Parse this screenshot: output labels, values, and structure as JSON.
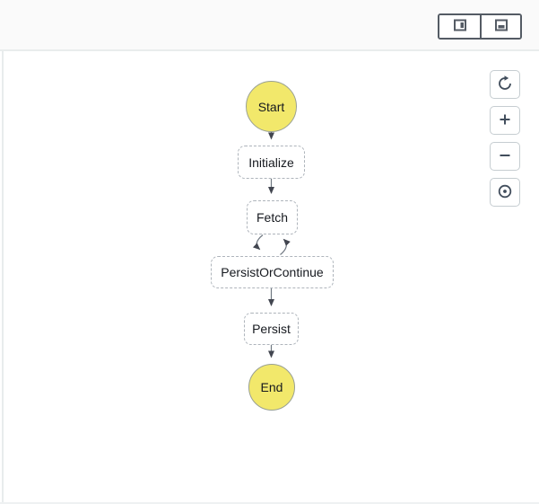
{
  "header": {
    "layout_buttons": [
      {
        "name": "split-panel-side",
        "icon": "panel-right-icon"
      },
      {
        "name": "split-panel-bottom",
        "icon": "panel-bottom-icon"
      }
    ]
  },
  "graph_toolbar": {
    "buttons": [
      {
        "name": "refresh",
        "icon": "refresh-icon"
      },
      {
        "name": "zoom-in",
        "icon": "plus-icon"
      },
      {
        "name": "zoom-out",
        "icon": "minus-icon"
      },
      {
        "name": "center",
        "icon": "center-dot-icon"
      }
    ]
  },
  "workflow": {
    "nodes": [
      {
        "id": "start",
        "label": "Start",
        "shape": "circle"
      },
      {
        "id": "initialize",
        "label": "Initialize",
        "shape": "dashed-rounded-rect"
      },
      {
        "id": "fetch",
        "label": "Fetch",
        "shape": "dashed-rounded-rect"
      },
      {
        "id": "persist_or_continue",
        "label": "PersistOrContinue",
        "shape": "dashed-rounded-rect"
      },
      {
        "id": "persist",
        "label": "Persist",
        "shape": "dashed-rounded-rect"
      },
      {
        "id": "end",
        "label": "End",
        "shape": "circle"
      }
    ],
    "edges": [
      {
        "from": "start",
        "to": "initialize"
      },
      {
        "from": "initialize",
        "to": "fetch"
      },
      {
        "from": "fetch",
        "to": "persist_or_continue"
      },
      {
        "from": "persist_or_continue",
        "to": "fetch"
      },
      {
        "from": "persist_or_continue",
        "to": "persist"
      },
      {
        "from": "persist",
        "to": "end"
      }
    ]
  },
  "colors": {
    "terminal_node_fill": "#f2e86b",
    "terminal_node_border": "#99a093",
    "state_node_border": "#aeb4bb",
    "edge_stroke": "#6f7781",
    "arrowhead_fill": "#424650",
    "header_bg": "#fafafa",
    "divider": "#e9eded",
    "toolbar_icon": "#414d5c",
    "segmented_border": "#545b64"
  }
}
